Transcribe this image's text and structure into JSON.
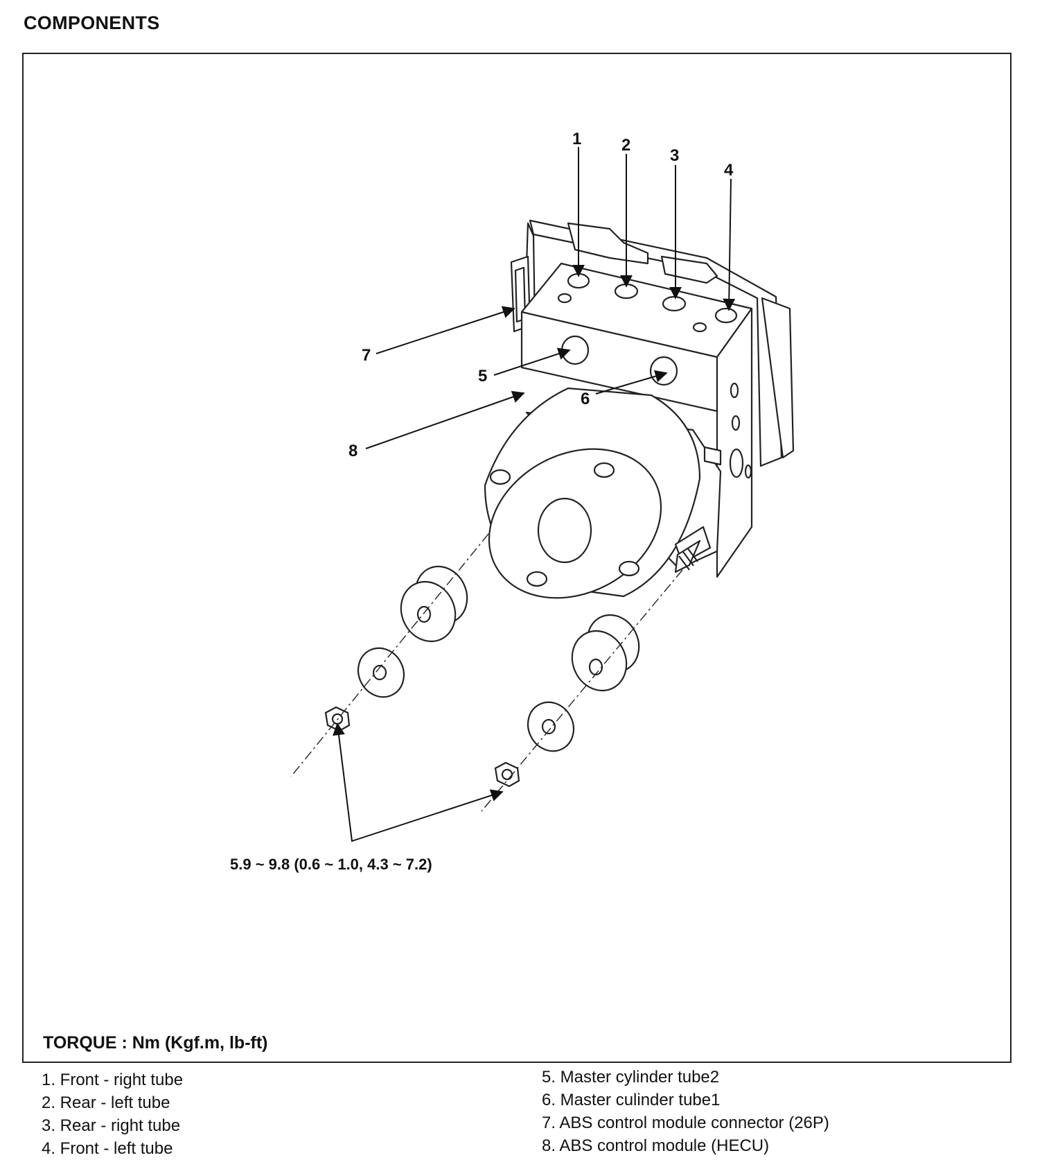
{
  "title": "COMPONENTS",
  "callouts": [
    {
      "number": "1",
      "part": "Front - right tube"
    },
    {
      "number": "2",
      "part": "Rear - left tube"
    },
    {
      "number": "3",
      "part": "Rear - right tube"
    },
    {
      "number": "4",
      "part": "Front - left tube"
    },
    {
      "number": "5",
      "part": "Master cylinder tube2"
    },
    {
      "number": "6",
      "part": "Master culinder tube1"
    },
    {
      "number": "7",
      "part": "ABS control module connector (26P)"
    },
    {
      "number": "8",
      "part": "ABS control module (HECU)"
    }
  ],
  "torque_spec": "5.9 ~ 9.8 (0.6 ~ 1.0, 4.3 ~ 7.2)",
  "torque_unit_note": "TORQUE : Nm (Kgf.m, lb-ft)",
  "legend_left": [
    "1. Front - right tube",
    "2. Rear - left tube",
    "3. Rear - right tube",
    "4. Front - left tube"
  ],
  "legend_right": [
    "5. Master cylinder tube2",
    "6. Master culinder tube1",
    "7. ABS control module connector (26P)",
    "8. ABS control module (HECU)"
  ]
}
